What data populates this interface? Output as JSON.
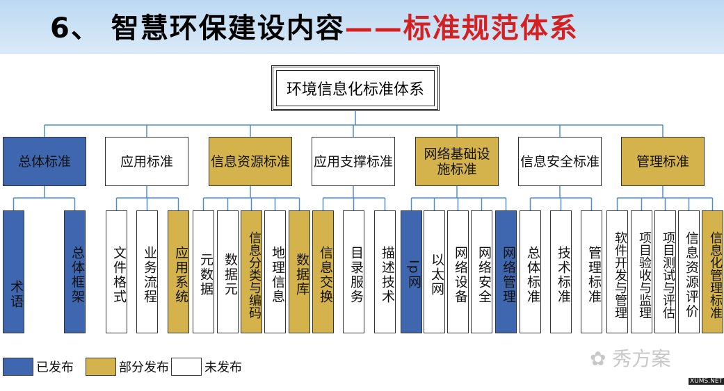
{
  "title": {
    "prefix": "6、 智慧环保建设内容",
    "suffix": "——标准规范体系"
  },
  "colors": {
    "published": "#3f67b0",
    "partial": "#d4b24c",
    "unpublished": "#ffffff",
    "line": "#4f8ec9"
  },
  "root": {
    "label": "环境信息化标准体系"
  },
  "categories": [
    {
      "label": "总体标准",
      "status": "published",
      "children": [
        {
          "label": "术语",
          "status": "published"
        },
        {
          "label": "总体框架",
          "status": "published"
        }
      ]
    },
    {
      "label": "应用标准",
      "status": "unpublished",
      "children": [
        {
          "label": "文件格式",
          "status": "unpublished"
        },
        {
          "label": "业务流程",
          "status": "unpublished"
        },
        {
          "label": "应用系统",
          "status": "partial"
        }
      ]
    },
    {
      "label": "信息资源标准",
      "status": "partial",
      "children": [
        {
          "label": "元数据",
          "status": "unpublished"
        },
        {
          "label": "数据元",
          "status": "unpublished"
        },
        {
          "label": "信息分类与编码",
          "status": "partial"
        },
        {
          "label": "地理信息",
          "status": "unpublished"
        },
        {
          "label": "数据库",
          "status": "partial"
        }
      ]
    },
    {
      "label": "应用支撑标准",
      "status": "unpublished",
      "children": [
        {
          "label": "信息交换",
          "status": "partial"
        },
        {
          "label": "目录服务",
          "status": "unpublished"
        },
        {
          "label": "描述技术",
          "status": "unpublished"
        }
      ]
    },
    {
      "label": "网络基础设施标准",
      "status": "partial",
      "children": [
        {
          "label": "Ip网",
          "status": "published"
        },
        {
          "label": "以太网",
          "status": "unpublished"
        },
        {
          "label": "网络设备",
          "status": "unpublished"
        },
        {
          "label": "网络安全",
          "status": "unpublished"
        },
        {
          "label": "网络管理",
          "status": "published"
        }
      ]
    },
    {
      "label": "信息安全标准",
      "status": "unpublished",
      "children": [
        {
          "label": "总体标准",
          "status": "unpublished"
        },
        {
          "label": "技术标准",
          "status": "unpublished"
        },
        {
          "label": "管理标准",
          "status": "unpublished"
        }
      ]
    },
    {
      "label": "管理标准",
      "status": "partial",
      "children": [
        {
          "label": "软件开发与管理",
          "status": "unpublished"
        },
        {
          "label": "项目验收与监理",
          "status": "unpublished"
        },
        {
          "label": "项目测试与评估",
          "status": "unpublished"
        },
        {
          "label": "信息资源评价",
          "status": "unpublished"
        },
        {
          "label": "信息化管理标准",
          "status": "partial"
        }
      ]
    }
  ],
  "legend": [
    {
      "label": "已发布",
      "status": "published"
    },
    {
      "label": "部分发布",
      "status": "partial"
    },
    {
      "label": "未发布",
      "status": "unpublished"
    }
  ],
  "watermark": "秀方案",
  "site": "XUMS.NET"
}
